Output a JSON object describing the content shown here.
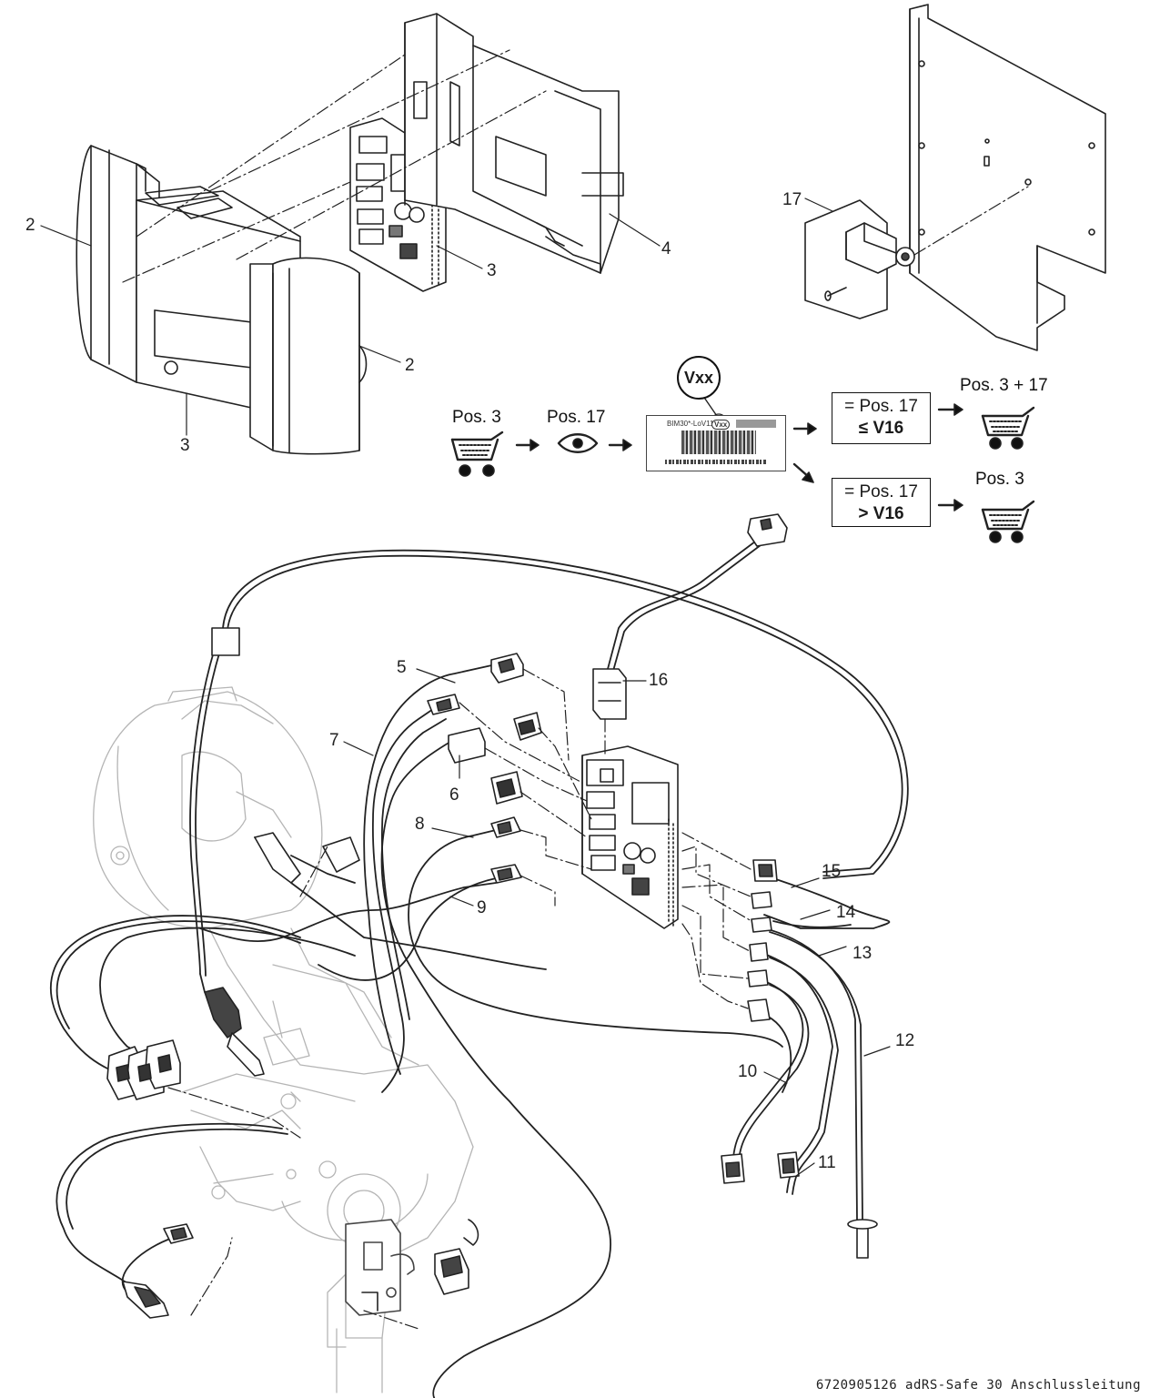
{
  "callouts": {
    "c2a": "2",
    "c2b": "2",
    "c3a": "3",
    "c3b": "3",
    "c4": "4",
    "c5": "5",
    "c6": "6",
    "c7": "7",
    "c8": "8",
    "c9": "9",
    "c10": "10",
    "c11": "11",
    "c12": "12",
    "c13": "13",
    "c14": "14",
    "c15": "15",
    "c16": "16",
    "c17": "17"
  },
  "flow": {
    "step1": "Pos. 3",
    "step2": "Pos. 17",
    "label_code": "Vxx",
    "label_text": "BIM30*-LoV11",
    "label_badge": "Vxx",
    "branch_le": {
      "line1": "= Pos. 17",
      "line2": "≤ V16",
      "result": "Pos. 3 + 17"
    },
    "branch_gt": {
      "line1": "= Pos. 17",
      "line2": "> V16",
      "result": "Pos. 3"
    }
  },
  "icons": [
    "shopping-cart-icon",
    "eye-icon",
    "arrow-right-icon"
  ],
  "footer": "6720905126 adRS-Safe 30 Anschlussleitung"
}
